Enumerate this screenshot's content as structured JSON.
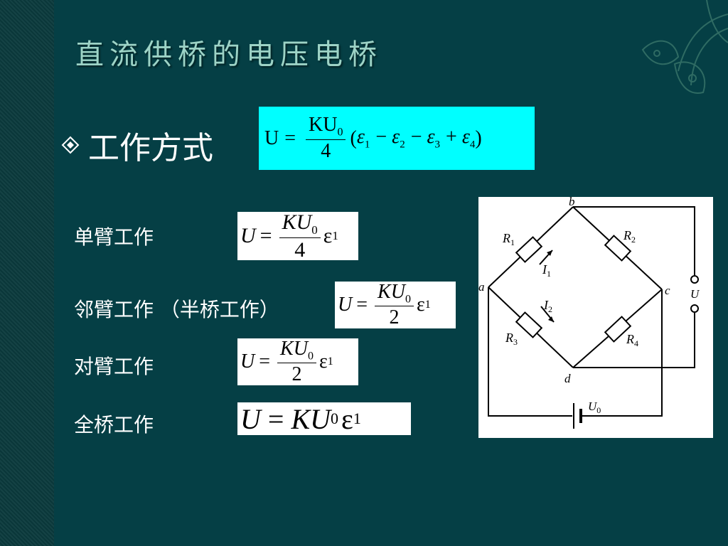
{
  "slide": {
    "title": "直流供桥的电压电桥",
    "bullet": {
      "icon": "diamond-bullet-icon",
      "text": "工作方式"
    },
    "main_formula": {
      "lhs": "U",
      "eq": "=",
      "numerator": "KU",
      "num_sub": "0",
      "denominator": "4",
      "paren_open": "(",
      "paren_close": ")",
      "terms": [
        {
          "sign": "",
          "sym": "ε",
          "sub": "1"
        },
        {
          "sign": "−",
          "sym": "ε",
          "sub": "2"
        },
        {
          "sign": "−",
          "sym": "ε",
          "sub": "3"
        },
        {
          "sign": "+",
          "sym": "ε",
          "sub": "4"
        }
      ]
    },
    "modes": [
      {
        "label": "单臂工作",
        "lhs": "U",
        "eq": "=",
        "num": "KU",
        "num_sub": "0",
        "den": "4",
        "sym": "ε",
        "sub": "1"
      },
      {
        "label": "邻臂工作 （半桥工作）",
        "lhs": "U",
        "eq": "=",
        "num": "KU",
        "num_sub": "0",
        "den": "2",
        "sym": "ε",
        "sub": "1"
      },
      {
        "label": "对臂工作",
        "lhs": "U",
        "eq": "=",
        "num": "KU",
        "num_sub": "0",
        "den": "2",
        "sym": "ε",
        "sub": "1"
      },
      {
        "label": "全桥工作",
        "lhs": "U",
        "eq": "=",
        "body": "KU",
        "body_sub": "0",
        "sym": "ε",
        "sub": "1"
      }
    ],
    "circuit": {
      "nodes": {
        "a": "a",
        "b": "b",
        "c": "c",
        "d": "d"
      },
      "resistors": [
        {
          "name": "R",
          "sub": "1"
        },
        {
          "name": "R",
          "sub": "2"
        },
        {
          "name": "R",
          "sub": "3"
        },
        {
          "name": "R",
          "sub": "4"
        }
      ],
      "currents": [
        {
          "name": "I",
          "sub": "1"
        },
        {
          "name": "I",
          "sub": "2"
        }
      ],
      "output": "U",
      "source": {
        "name": "U",
        "sub": "0"
      }
    }
  },
  "colors": {
    "background": "#053f45",
    "title": "#9dd3c6",
    "highlight": "#00ffff"
  }
}
